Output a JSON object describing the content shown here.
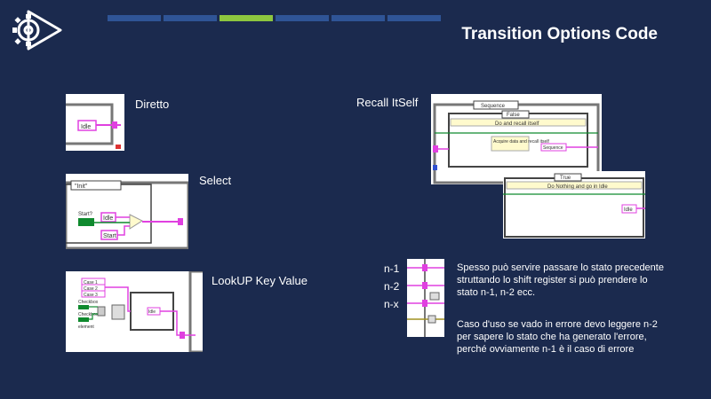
{
  "slide": {
    "title": "Transition Options Code",
    "progress": {
      "segments": 6,
      "active_index": 2
    },
    "colors": {
      "background": "#1b2a4e",
      "progress_inactive": "#2f5496",
      "progress_active": "#8dc63f"
    }
  },
  "sections": {
    "diretto": "Diretto",
    "select": "Select",
    "lookup": "LookUP Key Value",
    "recall": "Recall ItSelf"
  },
  "diagrams": {
    "diretto": {
      "constant": "Idle"
    },
    "select": {
      "case": "\"Init\"",
      "bool": "Start?",
      "opt1": "Idle",
      "opt2": "Start"
    },
    "lookup": {
      "item1": "Case 1",
      "item2": "Case 2",
      "item3": "Case 3",
      "cb1": "Checkbox",
      "cb2": "Checkbox 2",
      "element": "element",
      "idle": "Idle"
    },
    "recall_a": {
      "selector": "Sequence",
      "case": "False",
      "desc": "Do and recall itself",
      "note": "Acquire data and recall itself",
      "const": "Sequence"
    },
    "recall_b": {
      "case": "True",
      "desc": "Do Nothing and go in Idle",
      "const": "Idle"
    }
  },
  "shift_register": {
    "labels": [
      "n-1",
      "n-2",
      "n-x"
    ],
    "note1": "Spesso può servire passare lo stato precedente struttando lo shift register si può prendere lo stato n-1, n-2 ecc.",
    "note2": "Caso d'uso se vado in errore devo leggere n-2 per sapere lo stato che ha generato l'errore, perché ovviamente n-1 è il caso di errore"
  }
}
